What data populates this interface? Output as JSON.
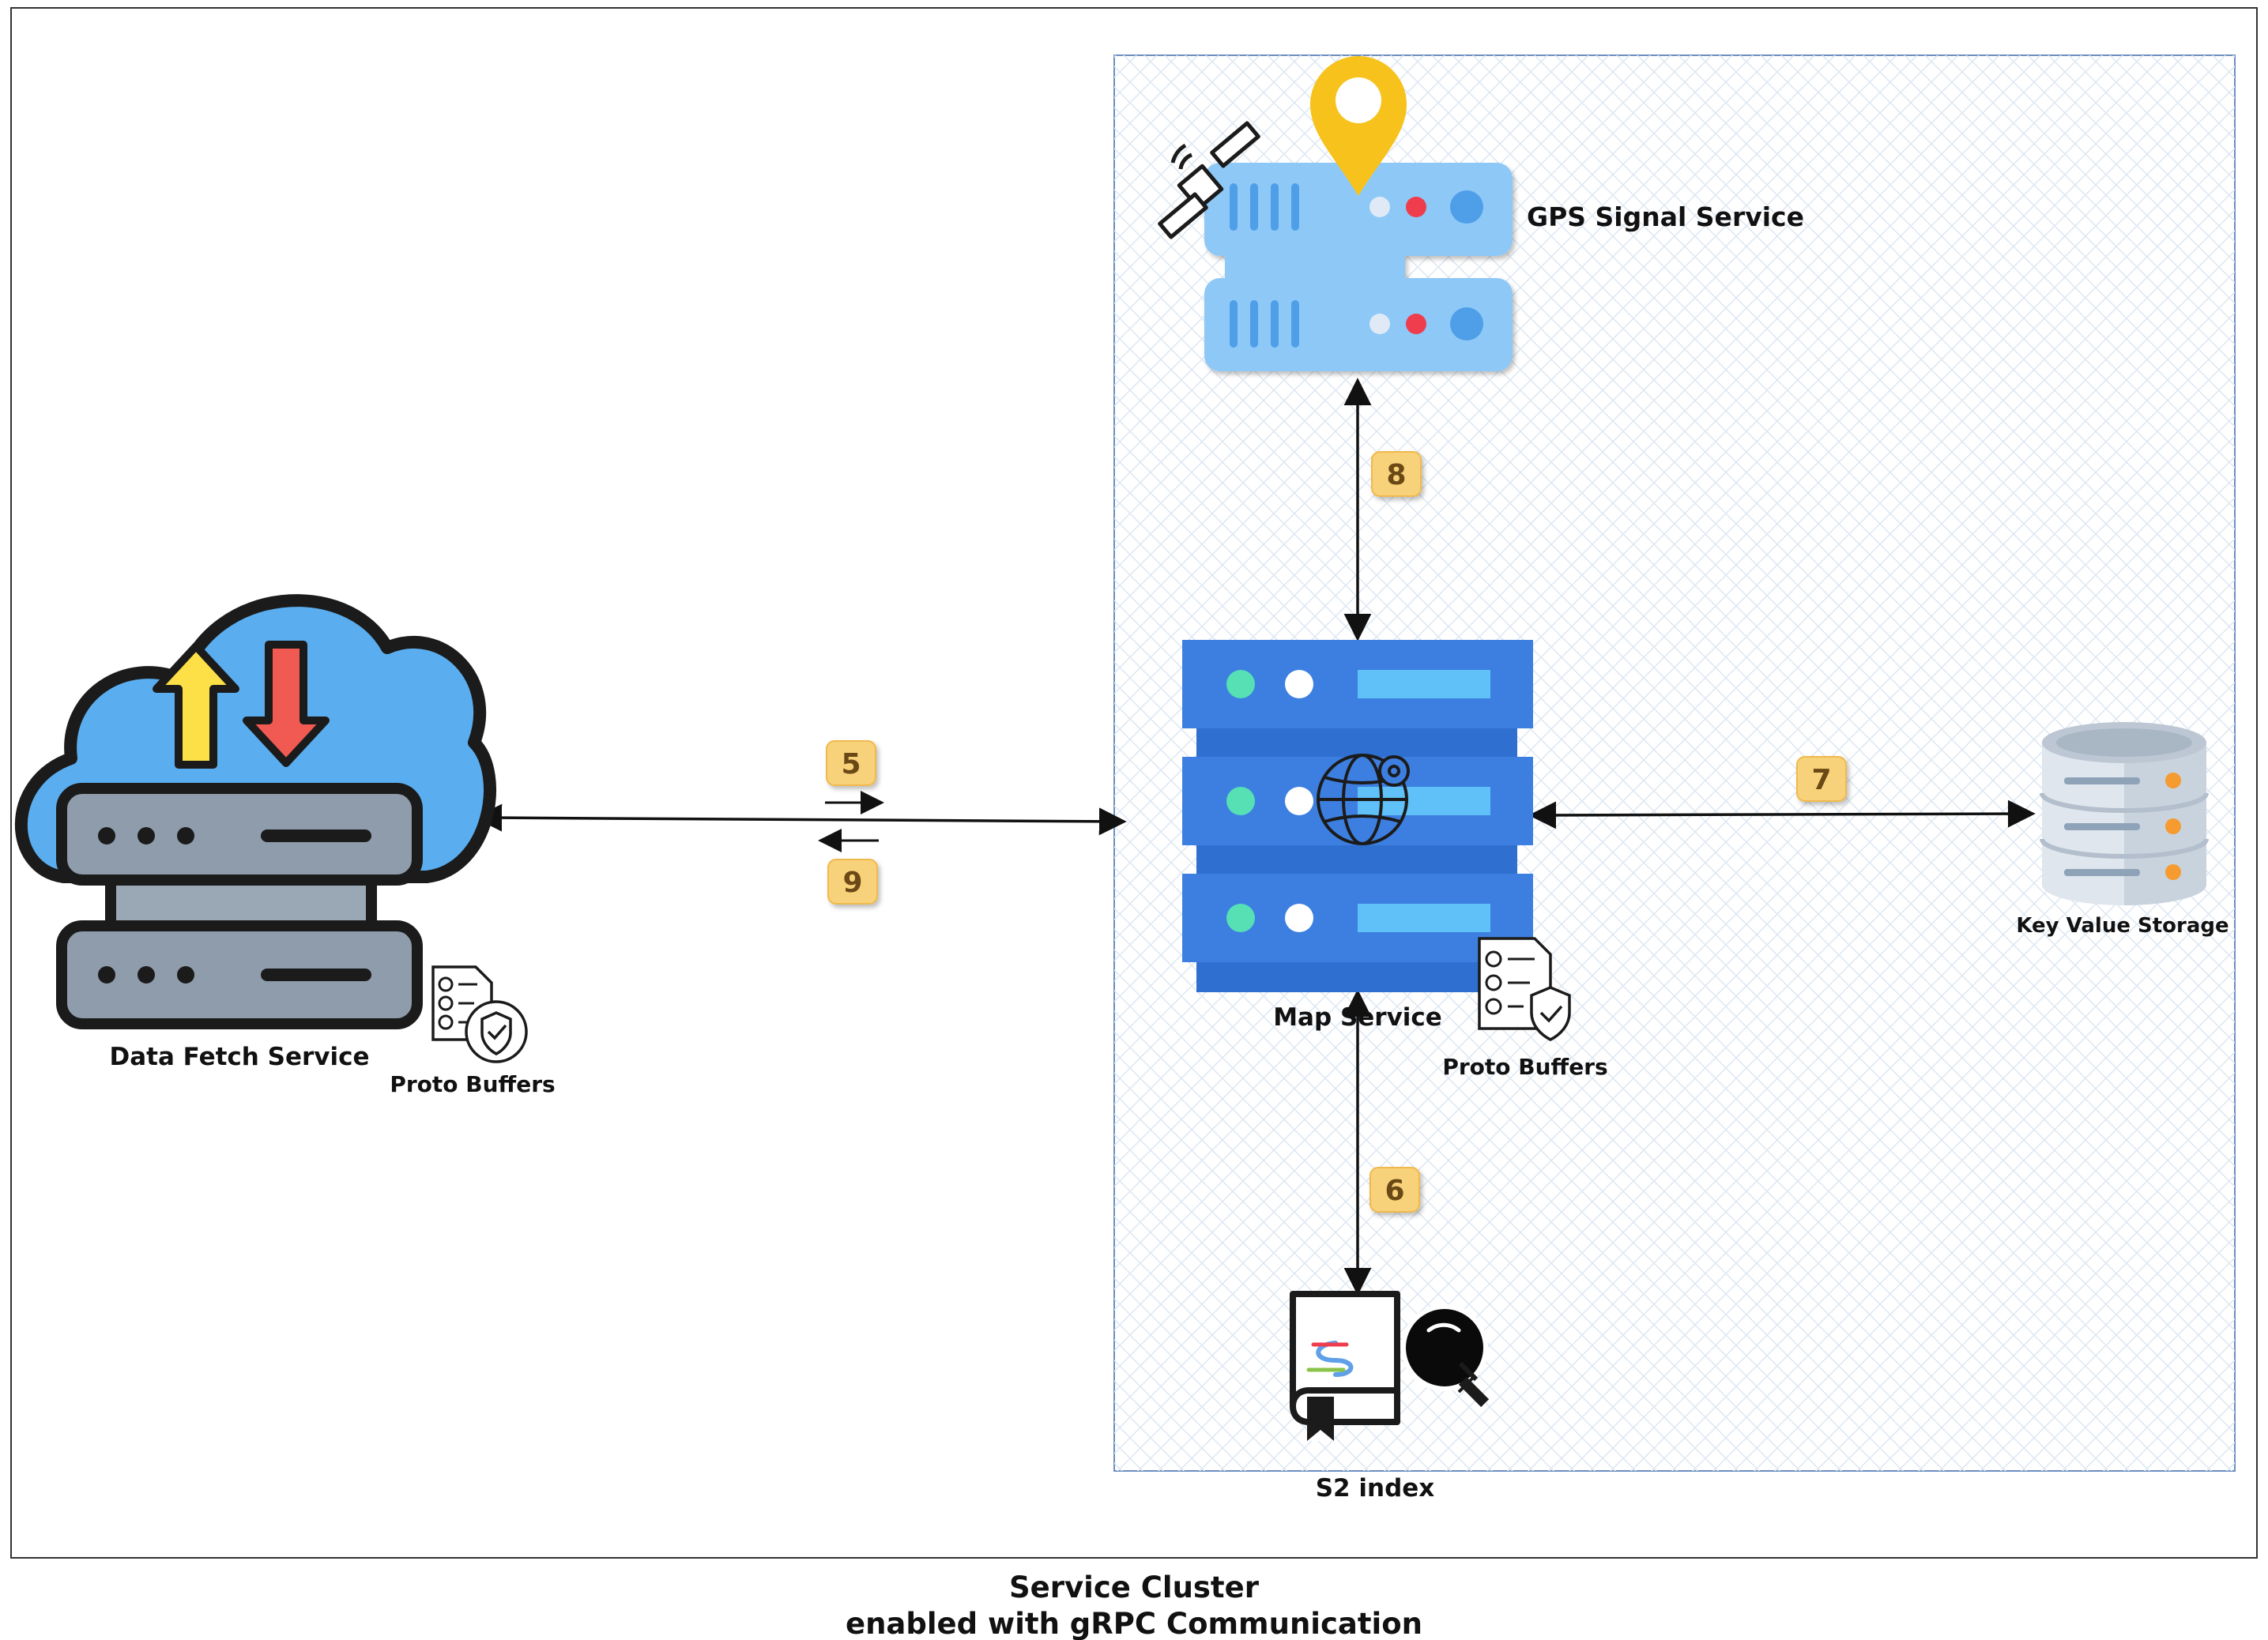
{
  "diagram": {
    "caption_line1": "Service Cluster",
    "caption_line2": "enabled with gRPC Communication",
    "nodes": {
      "data_fetch": "Data Fetch Service",
      "data_fetch_proto": "Proto Buffers",
      "gps": "GPS Signal Service",
      "map": "Map Service",
      "map_proto": "Proto Buffers",
      "kv": "Key Value Storage",
      "s2": "S2 index"
    },
    "steps": {
      "s5": "5",
      "s9": "9",
      "s8": "8",
      "s7": "7",
      "s6": "6"
    },
    "colors": {
      "badge": "#f8d27a",
      "cluster_border": "#6c8ebf",
      "server_blue": "#3d7fe0",
      "gps_server": "#8dc8f7",
      "cloud": "#5aaef0",
      "pin": "#f7c21b"
    }
  }
}
